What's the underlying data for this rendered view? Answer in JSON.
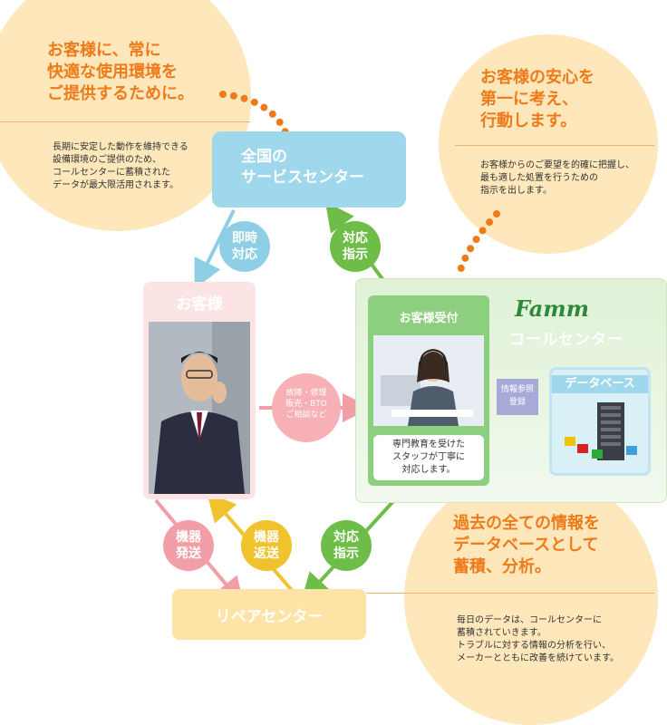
{
  "blurb_top_left": {
    "headline": [
      "お客様に、常に",
      "快適な使用環境を",
      "ご提供するために。"
    ],
    "body": [
      "長期に安定した動作を維持できる",
      "設備環境のご提供のため、",
      "コールセンターに蓄積された",
      "データが最大限活用されます。"
    ]
  },
  "blurb_top_right": {
    "headline": [
      "お客様の安心を",
      "第一に考え、",
      "行動します。"
    ],
    "body": [
      "お客様からのご要望を的確に把握し、",
      "最も適した処置を行うための",
      "指示を出します。"
    ]
  },
  "blurb_bottom_right": {
    "headline": [
      "過去の全ての情報を",
      "データベースとして",
      "蓄積、分析。"
    ],
    "body": [
      "毎日のデータは、コールセンターに",
      "蓄積されていきます。",
      "トラブルに対する情報の分析を行い、",
      "メーカーとともに改善を続けています。"
    ]
  },
  "service_center": {
    "label": [
      "全国の",
      "サービスセンター"
    ]
  },
  "customer": {
    "label": "お客様"
  },
  "famm": {
    "logo": "Famm",
    "subtitle": "コールセンター"
  },
  "reception": {
    "label": "お客様受付",
    "note": [
      "専門教育を受けた",
      "スタッフが丁寧に",
      "対応します。"
    ]
  },
  "database": {
    "label": "データベース"
  },
  "info_ref": [
    "情報参照",
    "登録"
  ],
  "inquiry": [
    "故障・修理",
    "販売・BTO",
    "ご相談など"
  ],
  "repair_center": {
    "label": "リペアセンター"
  },
  "badges": {
    "immediate": [
      "即時",
      "対応"
    ],
    "instruct_top": [
      "対応",
      "指示"
    ],
    "ship": [
      "機器",
      "発送"
    ],
    "return": [
      "機器",
      "返送"
    ],
    "instruct_bottom": [
      "対応",
      "指示"
    ]
  },
  "colors": {
    "orange": "#ee7a1a",
    "peach": "#fde7bb",
    "blue": "#9fd8ec",
    "pink": "#f29ea7",
    "green": "#6dbd48",
    "yellow": "#f0c22e",
    "repair": "#fde4a6"
  }
}
